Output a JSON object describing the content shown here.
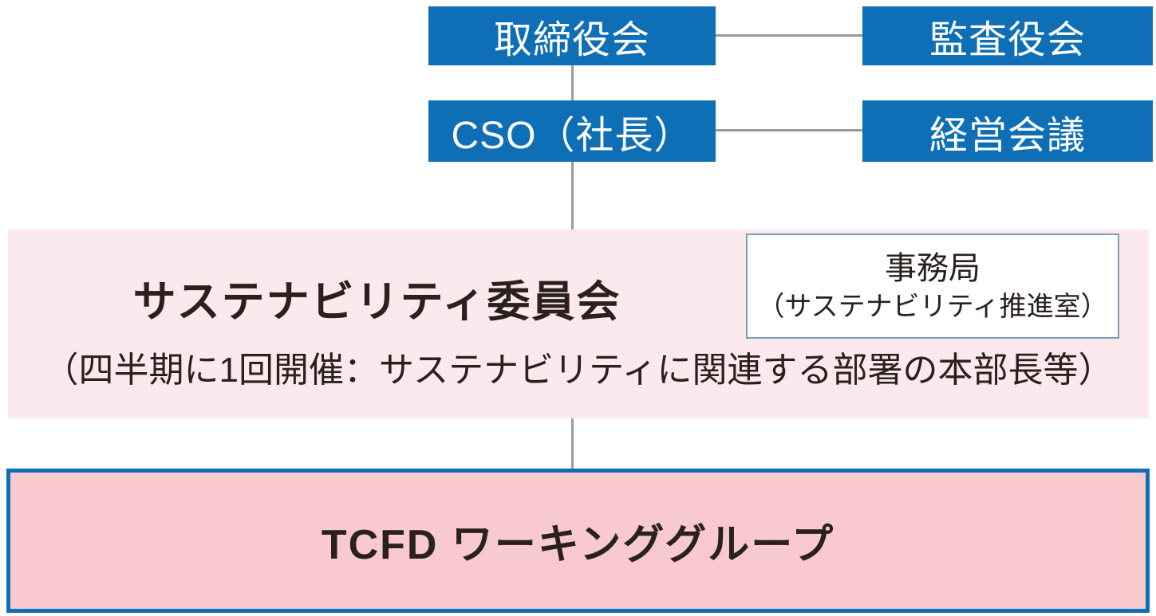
{
  "diagram": {
    "type": "organization-chart",
    "nodes": {
      "board": {
        "label": "取締役会"
      },
      "audit": {
        "label": "監査役会"
      },
      "cso": {
        "label": "CSO（社長）"
      },
      "management": {
        "label": "経営会議"
      },
      "committee": {
        "title": "サステナビリティ委員会",
        "subtitle": "（四半期に1回開催：サステナビリティに関連する部署の本部長等）"
      },
      "secretariat": {
        "title": "事務局",
        "subtitle": "（サステナビリティ推進室）"
      },
      "tcfd": {
        "label": "TCFD ワーキンググループ"
      }
    },
    "connections": [
      "board-audit-horizontal",
      "board-cso-vertical",
      "cso-management-horizontal",
      "cso-committee-vertical",
      "committee-tcfd-vertical"
    ],
    "colors": {
      "node_blue": "#0e6fb6",
      "node_blue_text": "#ffffff",
      "committee_pink": "#fce9ee",
      "tcfd_pink": "#f8c9cd",
      "tcfd_border_blue": "#0e6fb6",
      "secretariat_border": "#7e9db8",
      "connector_gray": "#9b9b9b",
      "dark_text": "#2a211f"
    }
  }
}
